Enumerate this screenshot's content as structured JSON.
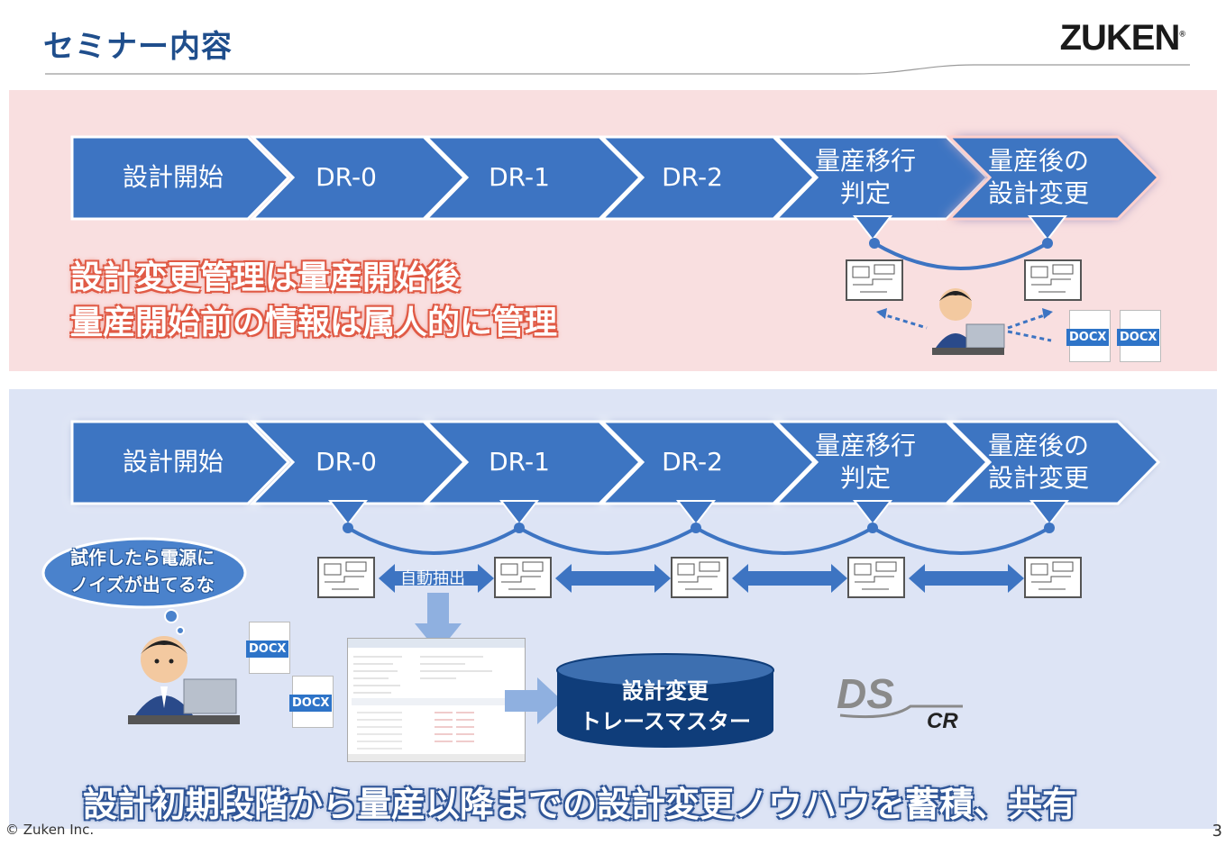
{
  "header": {
    "title": "セミナー内容",
    "logo": "ZUKEN"
  },
  "top_panel": {
    "stages": [
      "設計開始",
      "DR-0",
      "DR-1",
      "DR-2",
      "量産移行\n判定",
      "量産後の\n設計変更"
    ],
    "message_lines": [
      "設計変更管理は量産開始後",
      "量産開始前の情報は属人的に管理"
    ],
    "docx_labels": [
      "DOCX",
      "DOCX"
    ]
  },
  "bottom_panel": {
    "stages": [
      "設計開始",
      "DR-0",
      "DR-1",
      "DR-2",
      "量産移行\n判定",
      "量産後の\n設計変更"
    ],
    "thought_bubble": [
      "試作したら電源に",
      "ノイズが出てるな"
    ],
    "auto_extract_label": "自動抽出",
    "docx_labels": [
      "DOCX",
      "DOCX"
    ],
    "database_label": [
      "設計変更",
      "トレースマスター"
    ],
    "product_logo": {
      "main": "DS",
      "sub": "CR"
    },
    "conclusion": "設計初期段階から量産以降までの設計変更ノウハウを蓄積、共有"
  },
  "footer": {
    "copyright": "© Zuken Inc.",
    "page": "3"
  },
  "colors": {
    "title_blue": "#1f4e8c",
    "arrow_blue": "#3d74c2",
    "top_bg": "#f9dfe0",
    "bottom_bg": "#dde4f5",
    "highlight_red": "#e05a45",
    "db_navy": "#0f3d7a"
  }
}
